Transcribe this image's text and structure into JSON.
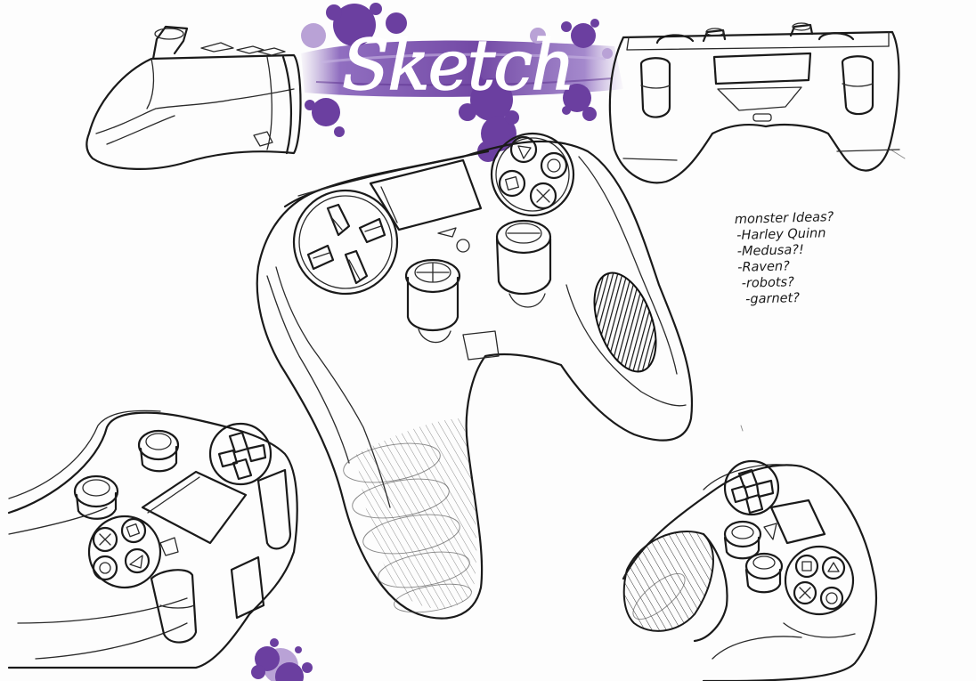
{
  "title": {
    "text": "Sketch",
    "paint_color": "#6b3fa0",
    "splatter_color": "#7a45b0",
    "light_splatter_color": "#b9a2d6"
  },
  "notes": {
    "heading": "monster Ideas?",
    "items": [
      "-Harley Quinn",
      "-Medusa?!",
      "-Raven?",
      "-robots?",
      "-garnet?"
    ]
  },
  "sketches": [
    {
      "name": "controller-side-view-top-left"
    },
    {
      "name": "controller-front-view-top-right"
    },
    {
      "name": "controller-main-perspective-center"
    },
    {
      "name": "controller-perspective-bottom-left"
    },
    {
      "name": "controller-perspective-bottom-right"
    }
  ],
  "icons": [
    "paint-splatter-icon",
    "triangle-button-icon",
    "circle-button-icon",
    "square-button-icon",
    "cross-button-icon",
    "dpad-icon",
    "thumbstick-icon",
    "touchpad-icon"
  ]
}
